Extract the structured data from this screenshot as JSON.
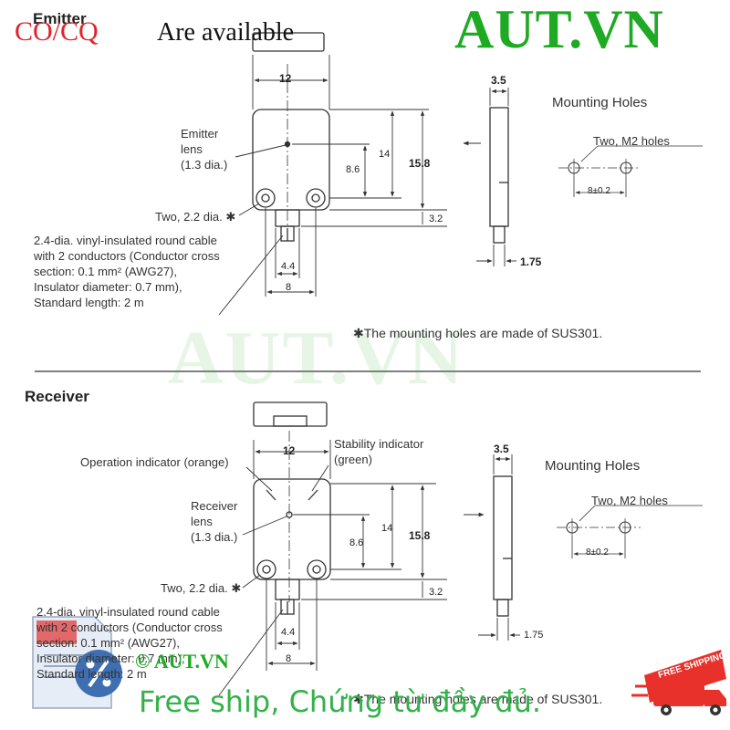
{
  "banner": {
    "co_cq": "CO/CQ",
    "available": "Are available",
    "brand": "AUT.VN",
    "watermark": "AUT.VN",
    "small_brand": "© AUT.VN",
    "free_ship": "Free ship, Chứng từ đầy đủ.",
    "free_badge": "FREE SHIPPING"
  },
  "emitter": {
    "title": "Emitter",
    "lens": [
      "Emitter",
      "lens",
      "(1.3 dia.)"
    ],
    "holes": "Two, 2.2 dia. ✱",
    "cable_note": [
      "2.4-dia. vinyl-insulated round cable",
      "with 2 conductors (Conductor cross",
      "section: 0.1 mm² (AWG27),",
      "Insulator diameter: 0.7 mm),",
      "Standard length: 2 m"
    ],
    "dims": {
      "width": "12",
      "h_14": "14",
      "h_15_8": "15.8",
      "h_8_6": "8.6",
      "h_3_2": "3.2",
      "w_4_4": "4.4",
      "w_8": "8",
      "thick_3_5": "3.5",
      "tab_1_75": "1.75"
    },
    "mounting_title": "Mounting Holes",
    "mounting_label": "Two, M2 holes",
    "mounting_dim": "8±0.2",
    "footnote": "✱The mounting holes are made of SUS301."
  },
  "receiver": {
    "title": "Receiver",
    "operation_indicator": "Operation indicator (orange)",
    "stability_indicator": [
      "Stability indicator",
      "(green)"
    ],
    "lens": [
      "Receiver",
      "lens",
      "(1.3 dia.)"
    ],
    "holes": "Two, 2.2 dia. ✱",
    "cable_note": [
      "2.4-dia. vinyl-insulated round cable",
      "with 2 conductors (Conductor cross",
      "section: 0.1 mm² (AWG27),",
      "Insulator diameter: 0.7 mm),",
      "Standard length: 2 m"
    ],
    "dims": {
      "width": "12",
      "h_14": "14",
      "h_15_8": "15.8",
      "h_8_6": "8.6",
      "h_3_2": "3.2",
      "w_4_4": "4.4",
      "w_8": "8",
      "thick_3_5": "3.5",
      "tab_1_75": "1.75"
    },
    "mounting_title": "Mounting Holes",
    "mounting_label": "Two, M2 holes",
    "mounting_dim": "8±0.2",
    "footnote": "✱The mounting holes are made of SUS301."
  },
  "colors": {
    "brand_green": "#1faa24",
    "co_red": "#e0232b",
    "free_ship_green": "#33b24a",
    "badge_red": "#e8312a",
    "line": "#333333"
  }
}
